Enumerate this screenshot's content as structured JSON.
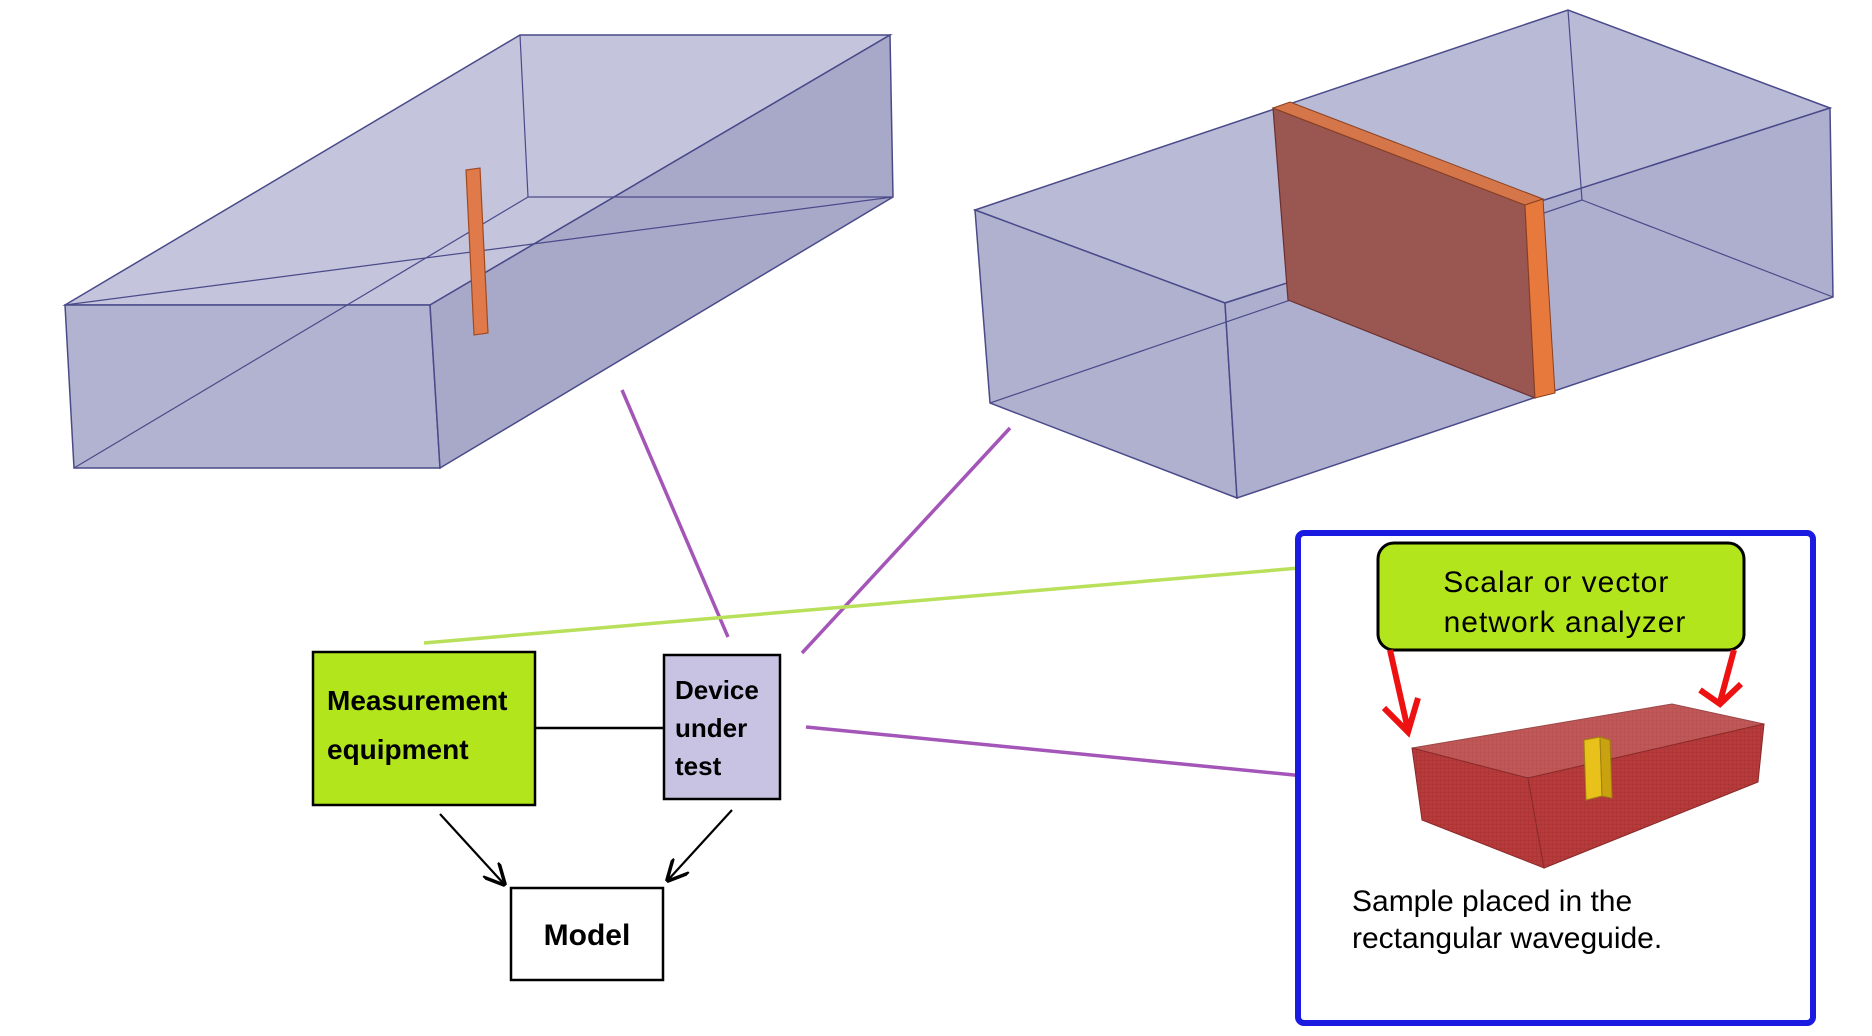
{
  "boxes": {
    "measurement": [
      "Measurement",
      "equipment"
    ],
    "dut": [
      "Device",
      "under",
      "test"
    ],
    "model": "Model"
  },
  "panel": {
    "analyzer": [
      "Scalar  or  vector",
      "network  analyzer"
    ],
    "caption": [
      "Sample placed in the",
      "rectangular waveguide."
    ]
  },
  "colors": {
    "waveguide_fill": "#b5b6d3",
    "waveguide_edge": "#4a4a8a",
    "sample": "#e07a4a",
    "lime": "#b3e51c",
    "lavender": "#c8c3e3",
    "purple_connector": "#a455b8",
    "green_connector": "#b8e05a",
    "panel_border": "#1a1ae0",
    "red_arrow": "#ee1111",
    "red_waveguide": "#b83a3a",
    "yellow_sample": "#e8c21a"
  }
}
